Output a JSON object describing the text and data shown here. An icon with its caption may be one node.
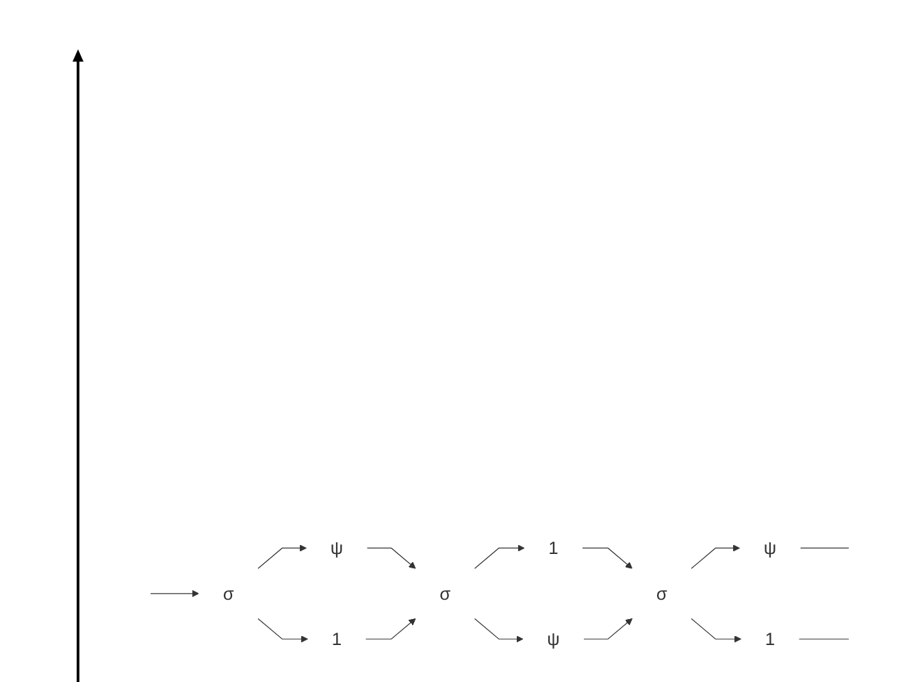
{
  "diagram": {
    "nodes": [
      {
        "text": [
          "σ"
        ]
      },
      {
        "text": [
          "ψ"
        ]
      },
      {
        "text": [
          "1"
        ]
      },
      {
        "text": [
          "σ"
        ]
      },
      {
        "text": [
          "1"
        ]
      },
      {
        "text": [
          "ψ"
        ]
      },
      {
        "text": [
          "σ"
        ]
      },
      {
        "text": [
          "ψ"
        ]
      },
      {
        "text": [
          "1"
        ]
      }
    ],
    "edges": [
      {
        "from": null,
        "to": 0,
        "arrow": "to"
      },
      {
        "from": 0,
        "to": 1,
        "arrow": "to"
      },
      {
        "from": 0,
        "to": 2,
        "arrow": "to"
      },
      {
        "from": 1,
        "to": 3,
        "arrow": "to"
      },
      {
        "from": 2,
        "to": 3,
        "arrow": "to"
      },
      {
        "from": 3,
        "to": 4,
        "arrow": "to"
      },
      {
        "from": 3,
        "to": 5,
        "arrow": "to"
      },
      {
        "from": 4,
        "to": 6,
        "arrow": "to"
      },
      {
        "from": 5,
        "to": 6,
        "arrow": "to"
      },
      {
        "from": 6,
        "to": 7,
        "arrow": "to"
      },
      {
        "from": 6,
        "to": 8,
        "arrow": "to"
      },
      {
        "from": 7,
        "to": null,
        "arrow": "none"
      },
      {
        "from": 8,
        "to": null,
        "arrow": "none"
      }
    ]
  }
}
